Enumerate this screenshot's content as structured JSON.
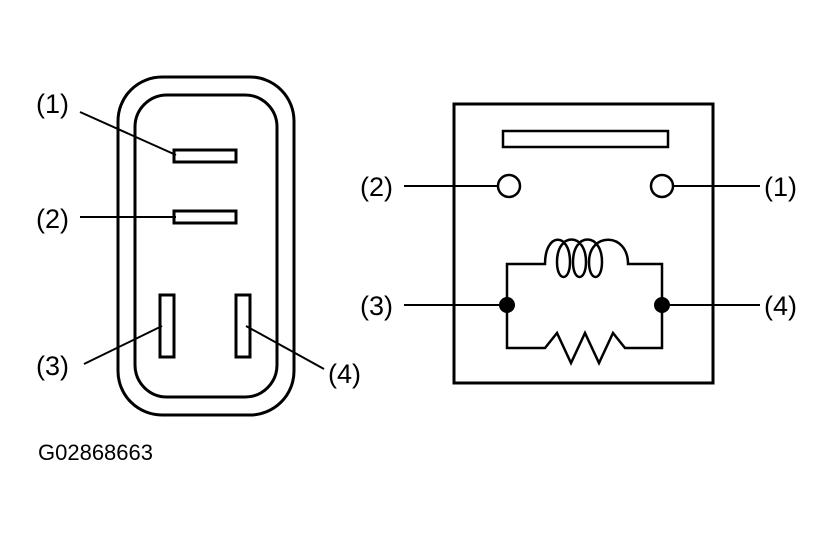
{
  "connector_view": {
    "labels": [
      "(1)",
      "(2)",
      "(3)",
      "(4)"
    ]
  },
  "schematic_view": {
    "labels": [
      "(2)",
      "(1)",
      "(3)",
      "(4)"
    ]
  },
  "figure_id": "G02868663"
}
